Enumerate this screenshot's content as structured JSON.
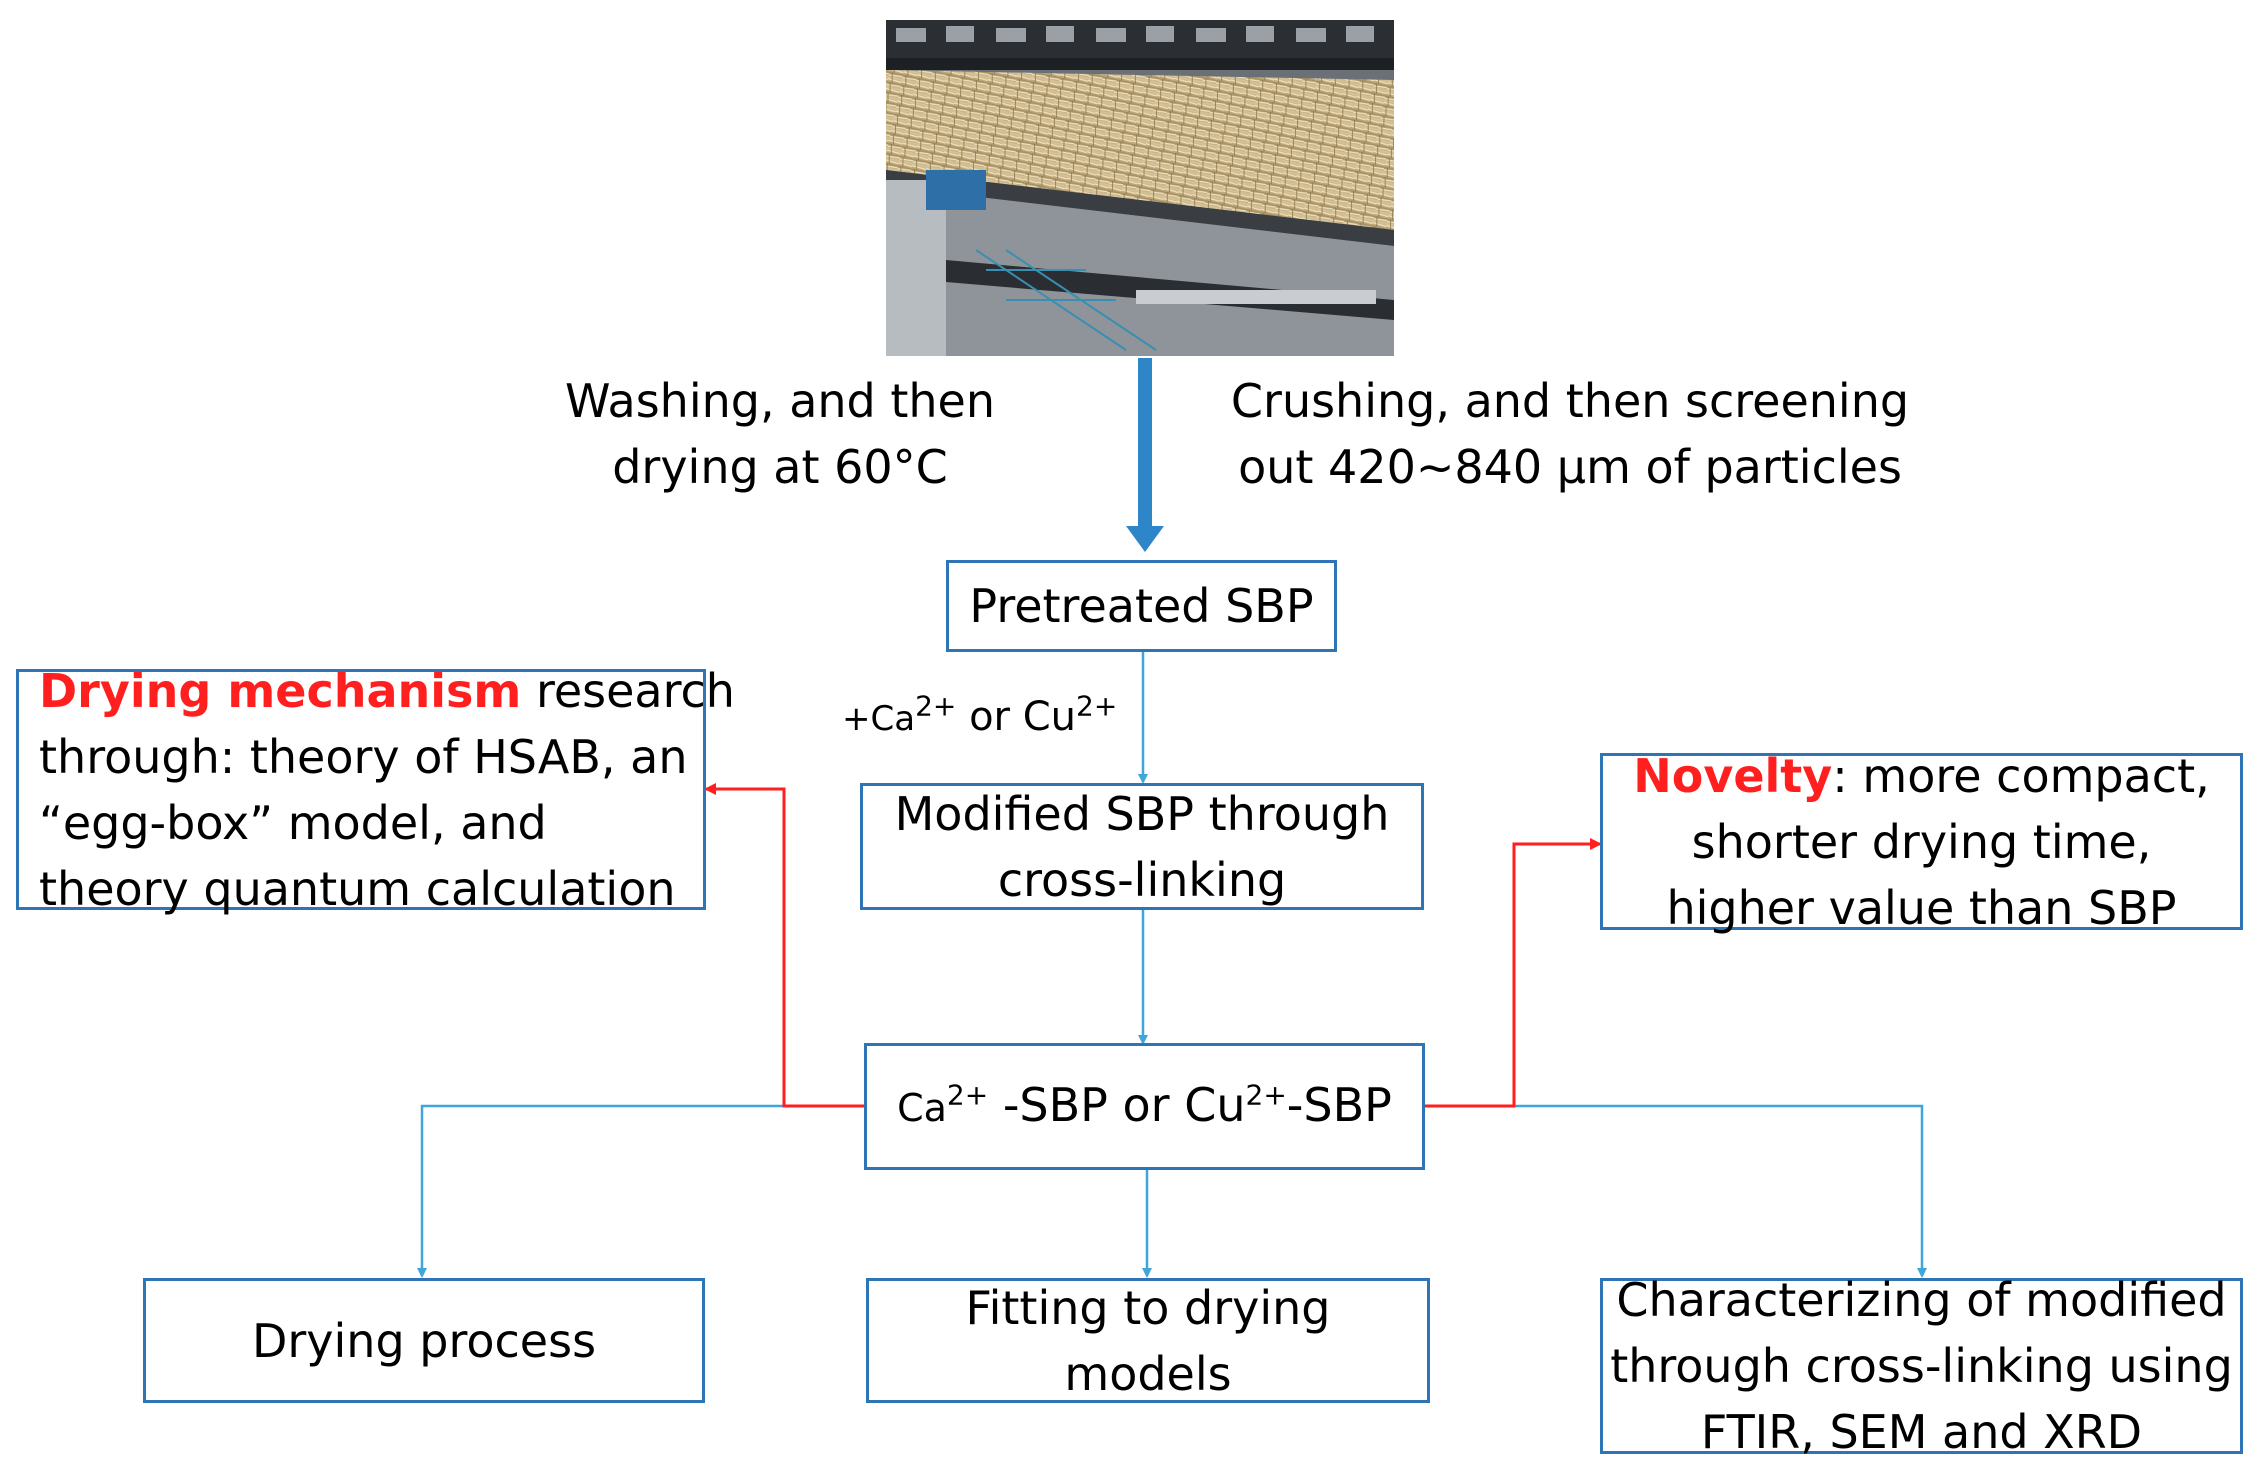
{
  "colors": {
    "box_border": "#2e75b6",
    "thin_arrow": "#3fa6dc",
    "thick_arrow": "#2e86c8",
    "red_arrow": "#ff1f1f",
    "highlight_text": "#ff1f1f"
  },
  "photo": {
    "icon": "conveyor-dryer-photo"
  },
  "steps": {
    "left_label": {
      "line1": "Washing, and then",
      "line2": "drying at 60°C"
    },
    "right_label": {
      "line1": "Crushing, and then screening",
      "line2": "out 420~840 μm of particles"
    }
  },
  "nodes": {
    "pretreated": "Pretreated SBP",
    "ion_label": {
      "pre": "+Ca",
      "sup1": "2+",
      "mid": " or Cu",
      "sup2": "2+"
    },
    "modified": {
      "line1": "Modified SBP through",
      "line2": "cross-linking"
    },
    "product": {
      "a": "Ca",
      "sup1": "2+",
      "b": " -SBP or Cu",
      "sup2": "2+",
      "c": "-SBP"
    },
    "mechanism": {
      "highlight": "Drying mechanism",
      "line1_rest": " research",
      "line2": "through: theory of HSAB, an",
      "line3": "“egg-box” model, and",
      "line4": "theory quantum calculation"
    },
    "novelty": {
      "highlight": "Novelty",
      "line1_rest": ": more compact,",
      "line2": "shorter drying time,",
      "line3": "higher value than SBP"
    },
    "drying_process": "Drying process",
    "fitting": {
      "line1": "Fitting to drying",
      "line2": "models"
    },
    "characterizing": {
      "line1": "Characterizing of modified",
      "line2": "through cross-linking using",
      "line3": "FTIR, SEM and XRD"
    }
  }
}
